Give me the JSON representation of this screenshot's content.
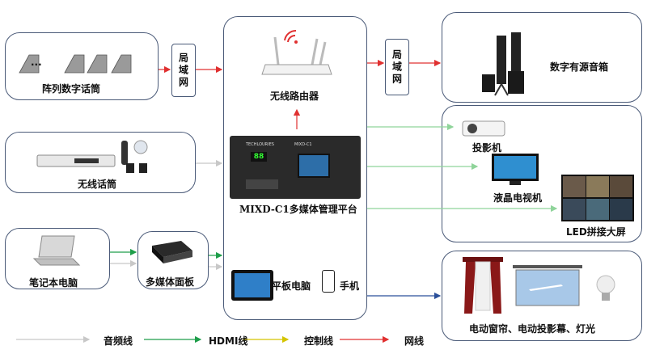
{
  "labels": {
    "mic_array": "阵列数字话筒",
    "lan_left": "局域网",
    "router": "无线路由器",
    "lan_right": "局域网",
    "speakers": "数字有源音箱",
    "wireless_mic": "无线话筒",
    "projector": "投影机",
    "lcd_tv": "液晶电视机",
    "led_wall": "LED拼接大屏",
    "platform": "MIXD-C1多媒体管理平台",
    "laptop": "笔记本电脑",
    "panel": "多媒体面板",
    "tablet": "平板电脑",
    "phone": "手机",
    "curtain": "电动窗帘、电动投影幕、灯光",
    "ellipsis": "...",
    "device_brand": "TECHLOURIES",
    "device_model": "MIXD-C1",
    "device_screen": "88"
  },
  "legend": [
    {
      "label": "音频线",
      "color": "#c8c8c8"
    },
    {
      "label": "HDMI线",
      "color": "#1e9e4a"
    },
    {
      "label": "控制线",
      "color": "#d4c400"
    },
    {
      "label": "网线",
      "color": "#e03030"
    }
  ],
  "colors": {
    "box_border": "#4a5a78",
    "audio": "#c8c8c8",
    "hdmi": "#1e9e4a",
    "hdmi_light": "#8fd49a",
    "control": "#d4c400",
    "network": "#e03030",
    "control_blue": "#2a4f9a"
  }
}
